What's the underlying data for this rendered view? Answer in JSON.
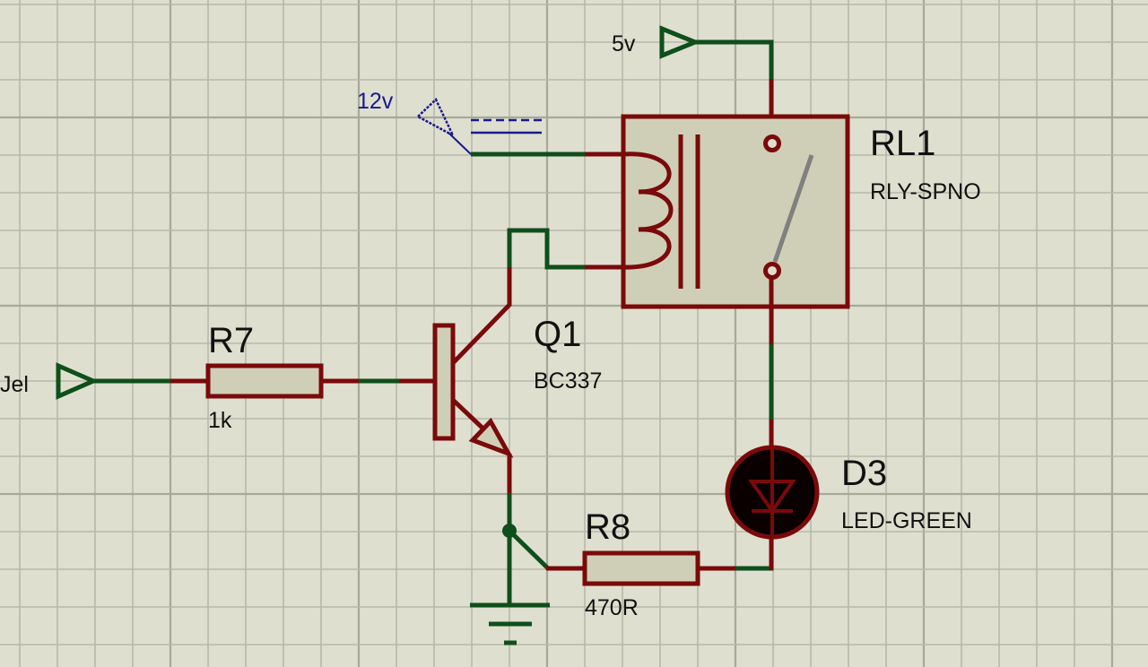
{
  "app": "Proteus ISIS schematic editor",
  "colors": {
    "background": "#dfdfd0",
    "grid": "#b8b8aa",
    "grid_major": "#a8a899",
    "wire_green": "#0e4f1a",
    "component_red": "#7a0a0a",
    "component_fill": "#cfcfb8",
    "switch_gray": "#808080",
    "power_blue": "#1a1a8c",
    "led_body": "#0a0000"
  },
  "components": {
    "relay": {
      "ref": "RL1",
      "value": "RLY-SPNO"
    },
    "transistor": {
      "ref": "Q1",
      "value": "BC337"
    },
    "r7": {
      "ref": "R7",
      "value": "1k"
    },
    "r8": {
      "ref": "R8",
      "value": "470R"
    },
    "led": {
      "ref": "D3",
      "value": "LED-GREEN"
    }
  },
  "terminals": {
    "supply_5v": {
      "label": "5v",
      "type": "power-terminal"
    },
    "supply_12v": {
      "label": "12v",
      "type": "power-terminal"
    },
    "input": {
      "label": "Jel",
      "type": "input-terminal"
    },
    "ground": {
      "label": "",
      "type": "ground"
    }
  }
}
